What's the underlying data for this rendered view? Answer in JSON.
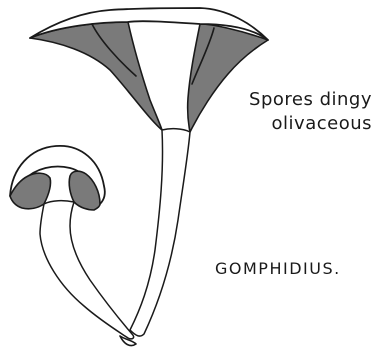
{
  "figure": {
    "caption_lines": [
      "Spores dingy",
      "olivaceous"
    ],
    "genus_label": "GOMPHIDIUS."
  },
  "colors": {
    "ink": "#1a1a1a",
    "gill_shading": "#7a7a7a",
    "paper": "#ffffff"
  }
}
